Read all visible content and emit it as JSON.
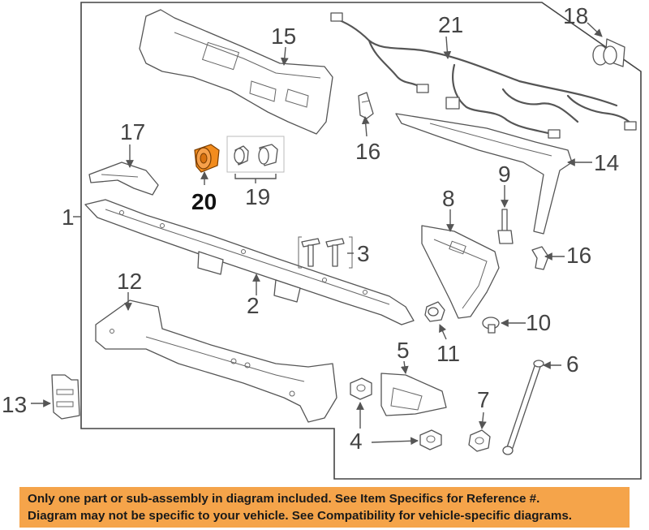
{
  "callouts": {
    "c1": "1",
    "c2": "2",
    "c3": "3",
    "c4": "4",
    "c5": "5",
    "c6": "6",
    "c7": "7",
    "c8": "8",
    "c9": "9",
    "c10": "10",
    "c11": "11",
    "c12": "12",
    "c13": "13",
    "c14": "14",
    "c15": "15",
    "c16a": "16",
    "c16b": "16",
    "c17": "17",
    "c18": "18",
    "c19": "19",
    "c20": "20",
    "c21": "21"
  },
  "highlighted_part": "20",
  "colors": {
    "highlight": "#f28c1e",
    "banner": "#f5a44a",
    "outline": "#555555"
  },
  "notice": {
    "line1": "Only one part or sub-assembly in diagram included. See Item Specifics for Reference #.",
    "line2": "Diagram may not be specific to your vehicle. See Compatibility for vehicle-specific diagrams."
  }
}
